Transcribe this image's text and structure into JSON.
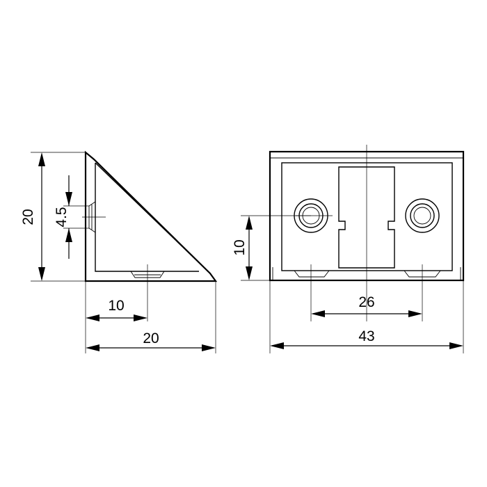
{
  "drawing": {
    "side_view": {
      "dim_height": "20",
      "dim_hole": "4.5",
      "dim_offset": "10",
      "dim_width": "20"
    },
    "front_view": {
      "dim_height": "10",
      "dim_holes_spacing": "26",
      "dim_width": "43"
    }
  }
}
